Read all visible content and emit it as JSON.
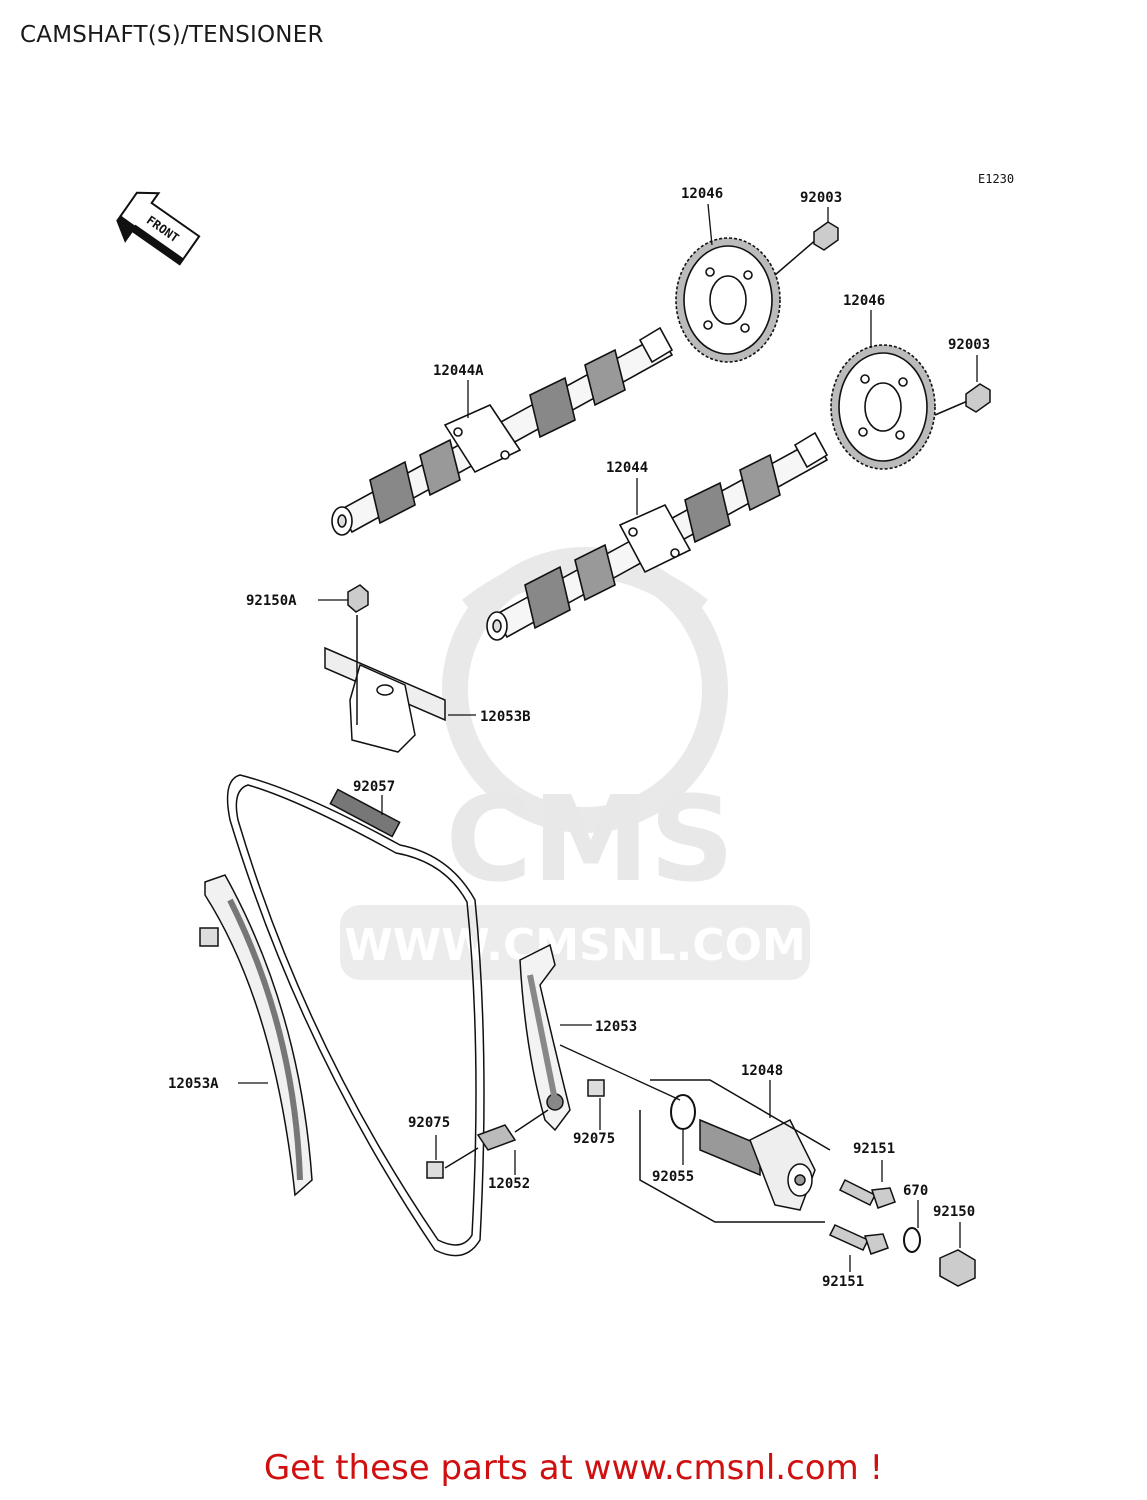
{
  "page": {
    "title": "CAMSHAFT(S)/TENSIONER",
    "diagram_code": "E1230",
    "front_marker": "FRONT",
    "watermark_text": "CMS",
    "watermark_url": "WWW.CMSNL.COM",
    "footer_link": "Get these parts at www.cmsnl.com !"
  },
  "parts": [
    {
      "id": "p1",
      "label": "12046"
    },
    {
      "id": "p2",
      "label": "92003"
    },
    {
      "id": "p3",
      "label": "12046"
    },
    {
      "id": "p4",
      "label": "92003"
    },
    {
      "id": "p5",
      "label": "12044A"
    },
    {
      "id": "p6",
      "label": "12044"
    },
    {
      "id": "p7",
      "label": "92150A"
    },
    {
      "id": "p8",
      "label": "12053B"
    },
    {
      "id": "p9",
      "label": "92057"
    },
    {
      "id": "p10",
      "label": "12053"
    },
    {
      "id": "p11",
      "label": "12048"
    },
    {
      "id": "p12",
      "label": "12053A"
    },
    {
      "id": "p13",
      "label": "92075"
    },
    {
      "id": "p14",
      "label": "92075"
    },
    {
      "id": "p15",
      "label": "92055"
    },
    {
      "id": "p16",
      "label": "92151"
    },
    {
      "id": "p17",
      "label": "670"
    },
    {
      "id": "p18",
      "label": "92150"
    },
    {
      "id": "p19",
      "label": "12052"
    },
    {
      "id": "p20",
      "label": "92151"
    }
  ]
}
